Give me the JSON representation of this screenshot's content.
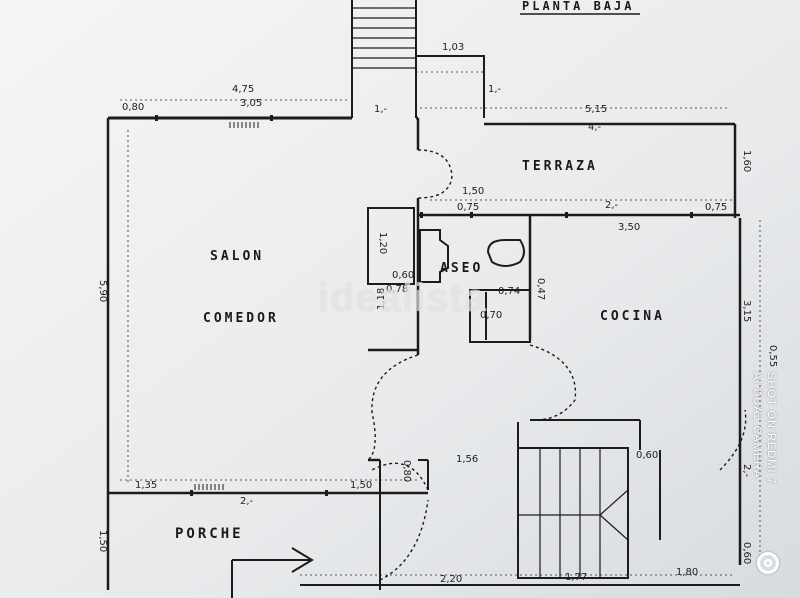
{
  "plan": {
    "title": "PLANTA BAJA",
    "rooms": {
      "salon": "SALON",
      "comedor": "COMEDOR",
      "terraza": "TERRAZA",
      "aseo": "ASEO",
      "cocina": "COCINA",
      "porche": "PORCHE"
    },
    "dimensions": {
      "d_1_03": "1,03",
      "d_1_top": "1,-",
      "d_4_75": "4,75",
      "d_3_05": "3,05",
      "d_0_80": "0,80",
      "d_1_wall": "1,-",
      "d_5_15": "5,15",
      "d_4_wall": "4,-",
      "d_1_60": "1,60",
      "d_1_50_terr": "1,50",
      "d_0_75_a": "0,75",
      "d_2_terr": "2,-",
      "d_0_75_b": "0,75",
      "d_3_50": "3,50",
      "d_1_20": "1,20",
      "d_0_60": "0,60",
      "d_0_78": "0,78",
      "d_1_18": "1,18",
      "d_0_74": "0,74",
      "d_0_47": "0,47",
      "d_0_70": "0,70",
      "d_5_90": "5,90",
      "d_3_15": "3,15",
      "d_0_55": "0,55",
      "d_1_56": "1,56",
      "d_0_80_b": "0,80",
      "d_0_60_b": "0,60",
      "d_1_35": "1,35",
      "d_1_50_por": "1,50",
      "d_2_por": "2,-",
      "d_1_50_left": "1,50",
      "d_2_20": "2,20",
      "d_1_77": "1,77",
      "d_1_80": "1,80",
      "d_0_60_c": "0,60",
      "d_2_right": "2,-"
    }
  },
  "watermark": {
    "logo": "idealista",
    "camera_line1": "SHOT ON REDMI 7",
    "camera_line2": "AI DUAL CAMERA"
  }
}
